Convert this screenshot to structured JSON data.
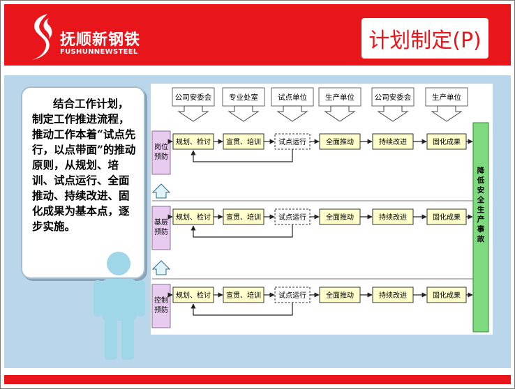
{
  "header": {
    "logo_cn": "抚顺新钢铁",
    "logo_en": "FUSHUNNEWSTEEL",
    "title": "计划制定(P)"
  },
  "callout": {
    "text": "结合工作计划，制定工作推进流程，推动工作本着“试点先行，以点带面”的推动原则，从规划、培训、试点运行、全面推动、持续改进、固化成果为基本点，逐步实施。"
  },
  "diagram": {
    "top_labels": [
      "公司安委会",
      "专业处室",
      "试点单位",
      "生产单位",
      "公司安委会",
      "生产单位"
    ],
    "rows": [
      {
        "label": "岗位预防",
        "steps": [
          "规划、检讨",
          "宣贯、培训",
          "试点运行",
          "全面推动",
          "持续改进",
          "固化成果"
        ]
      },
      {
        "label": "基层预防",
        "steps": [
          "规划、检讨",
          "宣贯、培训",
          "试点运行",
          "全面推动",
          "持续改进",
          "固化成果"
        ]
      },
      {
        "label": "控制预防",
        "steps": [
          "规划、检讨",
          "宣贯、培训",
          "试点运行",
          "全面推动",
          "持续改进",
          "固化成果"
        ]
      }
    ],
    "goal": "降低安全生产事故"
  },
  "colors": {
    "brand_red": "#e8151b",
    "content_blue": "#b9d6ea",
    "step_fill": "#ffffcc",
    "label_fill": "#e8ccf0",
    "goal_fill": "#7fd97f"
  }
}
